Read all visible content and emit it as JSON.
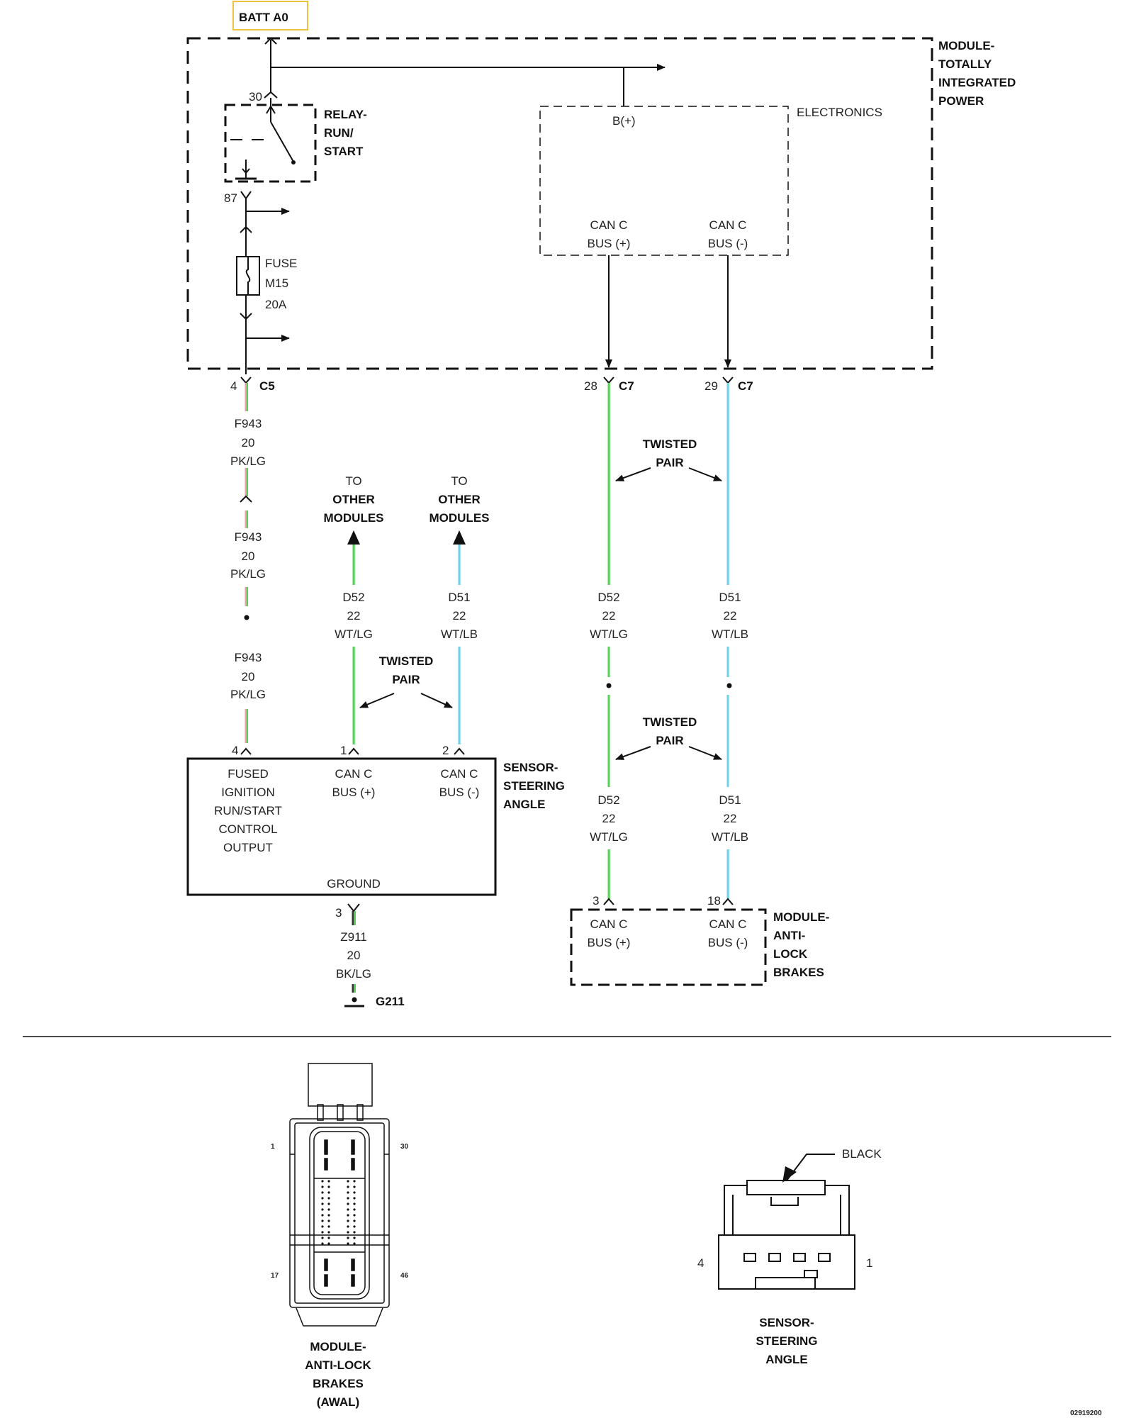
{
  "batt": {
    "label": "BATT A0"
  },
  "tip_module": {
    "title": [
      "MODULE-",
      "TOTALLY",
      "INTEGRATED",
      "POWER"
    ],
    "relay_label": [
      "RELAY-",
      "RUN/",
      "START"
    ],
    "pin_30": "30",
    "pin_87": "87",
    "fuse_label": [
      "FUSE",
      "M15",
      "20A"
    ],
    "electronics": {
      "label": "ELECTRONICS",
      "bplus": "B(+)",
      "can_plus": [
        "CAN C",
        "BUS (+)"
      ],
      "can_minus": [
        "CAN C",
        "BUS (-)"
      ]
    },
    "connectors": [
      {
        "pin": "4",
        "name": "C5"
      },
      {
        "pin": "28",
        "name": "C7"
      },
      {
        "pin": "29",
        "name": "C7"
      }
    ]
  },
  "wires": {
    "f943": [
      "F943",
      "20",
      "PK/LG"
    ],
    "d52": [
      "D52",
      "22",
      "WT/LG"
    ],
    "d51": [
      "D51",
      "22",
      "WT/LB"
    ],
    "z911": [
      "Z911",
      "20",
      "BK/LG"
    ],
    "twisted_pair": [
      "TWISTED",
      "PAIR"
    ],
    "to_other_modules": [
      "TO",
      "OTHER",
      "MODULES"
    ],
    "ground_name": "G211"
  },
  "sas_module": {
    "title": [
      "SENSOR-",
      "STEERING",
      "ANGLE"
    ],
    "pins": {
      "p4": "4",
      "p1": "1",
      "p2": "2",
      "p3": "3"
    },
    "fused_label": [
      "FUSED",
      "IGNITION",
      "RUN/START",
      "CONTROL",
      "OUTPUT"
    ],
    "can_plus": [
      "CAN C",
      "BUS (+)"
    ],
    "can_minus": [
      "CAN C",
      "BUS (-)"
    ],
    "ground": "GROUND"
  },
  "abs_module": {
    "title": [
      "MODULE-",
      "ANTI-",
      "LOCK",
      "BRAKES"
    ],
    "pins": {
      "p3": "3",
      "p18": "18"
    },
    "can_plus": [
      "CAN C",
      "BUS (+)"
    ],
    "can_minus": [
      "CAN C",
      "BUS (-)"
    ]
  },
  "views": {
    "abs_connector": {
      "pins": {
        "tl": "1",
        "tr": "30",
        "bl": "17",
        "br": "46"
      },
      "caption": [
        "MODULE-",
        "ANTI-LOCK",
        "BRAKES",
        "(AWAL)"
      ]
    },
    "sas_connector": {
      "color": "BLACK",
      "pins": {
        "left": "4",
        "right": "1"
      },
      "caption": [
        "SENSOR-",
        "STEERING",
        "ANGLE"
      ]
    }
  },
  "doc_id": "02919200",
  "colors": {
    "pink": "#e8a0a8",
    "light_green": "#55d055",
    "light_blue": "#70d0e8",
    "white": "#ffffff",
    "batt_border": "#f0c040"
  }
}
